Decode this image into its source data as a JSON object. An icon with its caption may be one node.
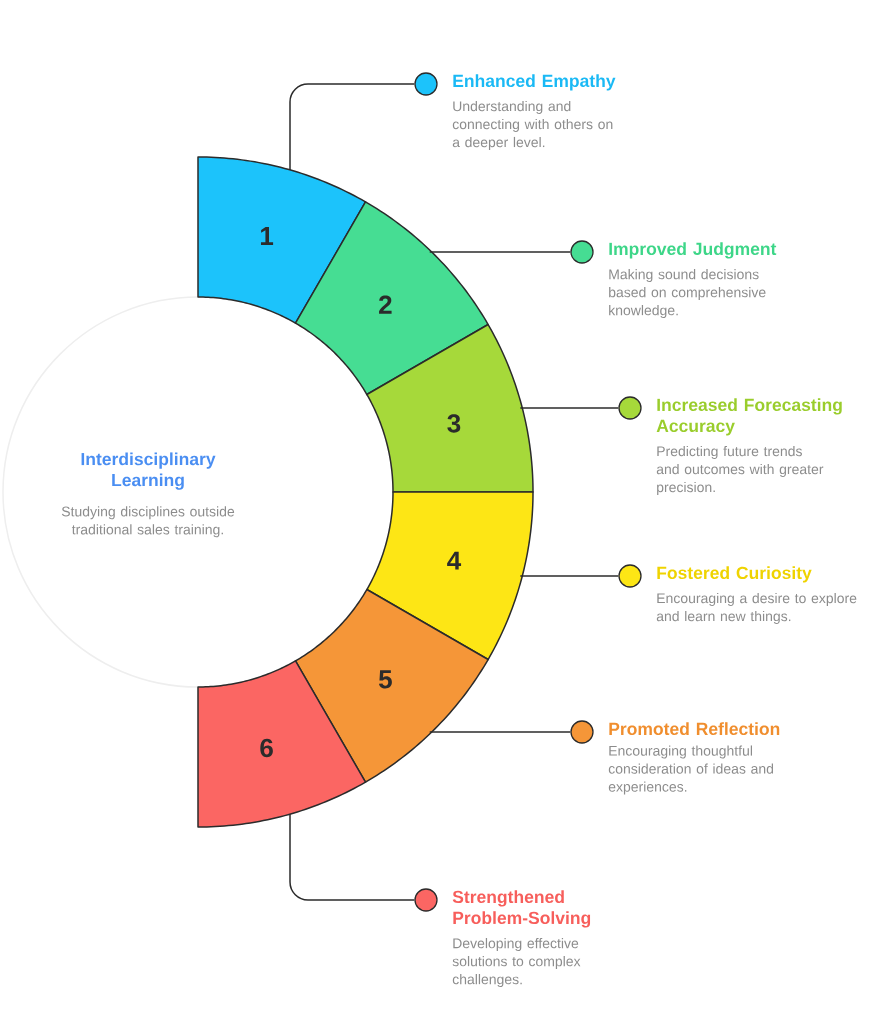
{
  "diagram": {
    "nodes": [
      {
        "text": [
          "Interdisciplinary Learning",
          "Studying disciplines outside traditional sales training."
        ]
      },
      {
        "text": [
          "1"
        ]
      },
      {
        "text": [
          "2"
        ]
      },
      {
        "text": [
          "3"
        ]
      },
      {
        "text": [
          "4"
        ]
      },
      {
        "text": [
          "5"
        ]
      },
      {
        "text": [
          "6"
        ]
      },
      {
        "text": [],
        "shape": "circle",
        "beside": [
          "Enhanced Empathy",
          "Understanding and connecting with others on a deeper level."
        ]
      },
      {
        "text": [],
        "shape": "circle",
        "beside": [
          "Improved Judgment",
          "Making sound decisions based on comprehensive knowledge."
        ]
      },
      {
        "text": [],
        "shape": "circle",
        "beside": [
          "Increased Forecasting Accuracy",
          "Predicting future trends and outcomes with greater precision."
        ]
      },
      {
        "text": [],
        "shape": "circle",
        "beside": [
          "Fostered Curiosity",
          "Encouraging a desire to explore and learn new things."
        ]
      },
      {
        "text": [],
        "shape": "circle",
        "beside": [
          "Promoted Reflection",
          "Encouraging thoughtful consideration of ideas and experiences."
        ]
      },
      {
        "text": [],
        "shape": "circle",
        "beside": [
          "Strengthened Problem-Solving",
          "Developing effective solutions to complex challenges."
        ]
      }
    ],
    "edges": [
      {
        "from": 1,
        "to": 7,
        "arrow": "none"
      },
      {
        "from": 2,
        "to": 8,
        "arrow": "none"
      },
      {
        "from": 3,
        "to": 9,
        "arrow": "none"
      },
      {
        "from": 4,
        "to": 10,
        "arrow": "none"
      },
      {
        "from": 5,
        "to": 11,
        "arrow": "none"
      },
      {
        "from": 6,
        "to": 12,
        "arrow": "none"
      }
    ]
  }
}
